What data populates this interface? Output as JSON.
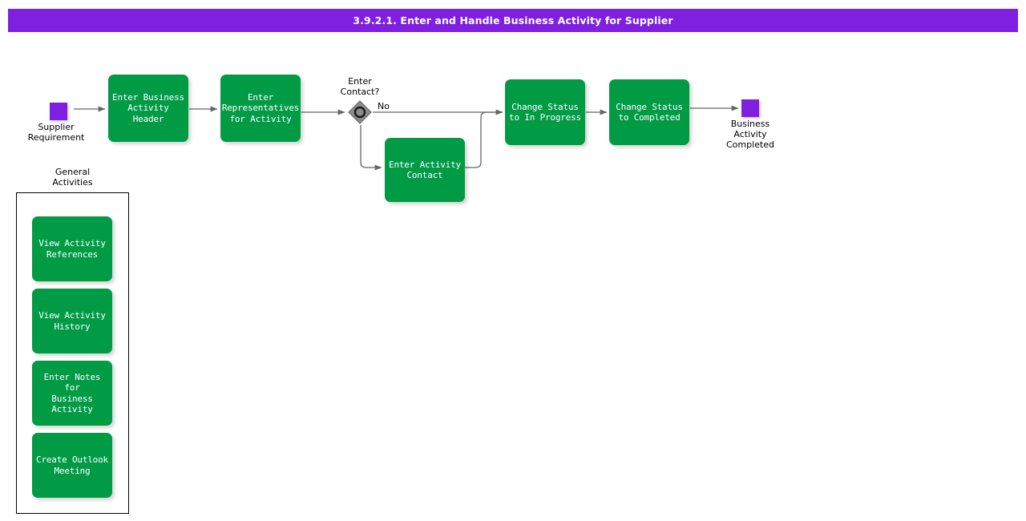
{
  "header": {
    "title": "3.9.2.1. Enter and Handle Business Activity for Supplier",
    "bar_color": "#7f1fe0",
    "text_color": "#ffffff"
  },
  "colors": {
    "task_fill": "#019b46",
    "task_text": "#ffffff",
    "event_fill": "#7f1fe0",
    "gateway_fill": "#808080",
    "gateway_stroke": "#333333",
    "edge_stroke": "#666666",
    "group_border": "#000000",
    "canvas": "#ffffff"
  },
  "diagram": {
    "type": "bpmn-process-flow",
    "start_event": {
      "name": "start-event",
      "label": "Supplier\nRequirement"
    },
    "end_event": {
      "name": "end-event",
      "label": "Business\nActivity\nCompleted"
    },
    "gateway": {
      "name": "gateway-enter-contact",
      "kind": "inclusive",
      "label": "Enter\nContact?"
    },
    "tasks": [
      {
        "id": "enter-business-activity-header",
        "label": "Enter Business\nActivity Header"
      },
      {
        "id": "enter-representatives-for-activity",
        "label": "Enter\nRepresentatives\nfor Activity"
      },
      {
        "id": "enter-activity-contact",
        "label": "Enter Activity\nContact"
      },
      {
        "id": "change-status-to-in-progress",
        "label": "Change Status\nto In Progress"
      },
      {
        "id": "change-status-to-completed",
        "label": "Change Status\nto Completed"
      }
    ],
    "flow_labels": [
      {
        "id": "flow-no",
        "label": "No"
      }
    ]
  },
  "general_activities": {
    "title": "General\nActivities",
    "items": [
      {
        "id": "view-activity-references",
        "label": "View Activity\nReferences"
      },
      {
        "id": "view-activity-history",
        "label": "View Activity\nHistory"
      },
      {
        "id": "enter-notes-for-business-activity",
        "label": "Enter Notes for\nBusiness Activity"
      },
      {
        "id": "create-outlook-meeting",
        "label": "Create Outlook\nMeeting"
      }
    ]
  }
}
